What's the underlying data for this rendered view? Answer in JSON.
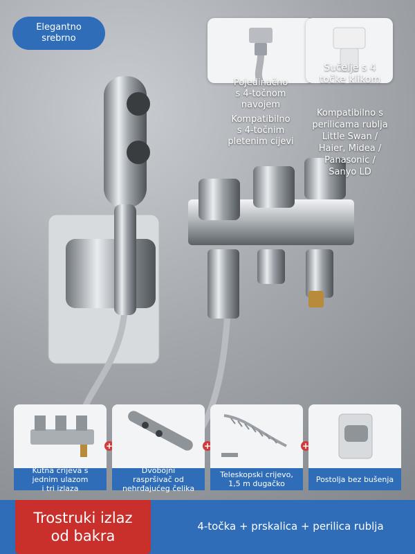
{
  "badge": {
    "line1": "Elegantno",
    "line2": "srebrno"
  },
  "top_cards": [
    {
      "caption_lines": [
        "Pojedinačno",
        "s 4-točnom",
        "navojem"
      ],
      "detail_lines": [
        "Kompatibilno",
        "s 4-točnim",
        "pletenim cijevi"
      ]
    },
    {
      "caption_lines": [
        "Sučelje s 4",
        "točke klikom"
      ],
      "detail_lines": [
        "Kompatibilno s",
        "perilicama rublja",
        "Little Swan /",
        "Haier, Midea /",
        "Panasonic /",
        "Sanyo LD"
      ]
    }
  ],
  "bottom_cards": [
    {
      "caption_lines": [
        "Kutna crijeva s",
        "jednim ulazom",
        "i tri izlaza"
      ]
    },
    {
      "caption_lines": [
        "Dvobojni",
        "raspršivač od",
        "nehrđajućeg čelika"
      ]
    },
    {
      "caption_lines": [
        "Teleskopski crijevo,",
        "1,5 m dugačko"
      ]
    },
    {
      "caption_lines": [
        "Postolja bez bušenja"
      ]
    }
  ],
  "plus_sign": "+",
  "footer": {
    "title_line1": "Trostruki izlaz",
    "title_line2": "od bakra",
    "tagline": "4-točka + prskalica + perilica rublja"
  },
  "colors": {
    "accent_blue": "#2f6db8",
    "accent_red": "#c9302c",
    "card_bg": "#f3f4f6"
  }
}
